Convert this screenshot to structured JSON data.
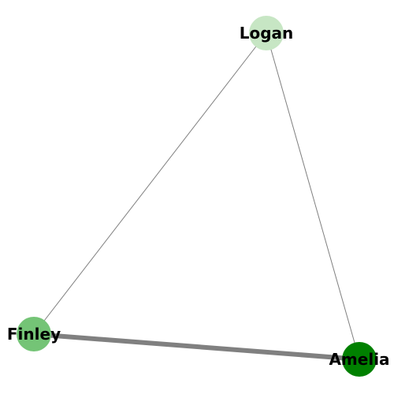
{
  "graph": {
    "nodes": [
      {
        "id": "logan",
        "label": "Logan",
        "color": "#c7e6c4"
      },
      {
        "id": "finley",
        "label": "Finley",
        "color": "#74c476"
      },
      {
        "id": "amelia",
        "label": "Amelia",
        "color": "#008000"
      }
    ],
    "edges": [
      {
        "source": "logan",
        "target": "finley",
        "weight": 1
      },
      {
        "source": "logan",
        "target": "amelia",
        "weight": 1
      },
      {
        "source": "finley",
        "target": "amelia",
        "weight": 6
      }
    ],
    "edge_color": "#808080"
  }
}
